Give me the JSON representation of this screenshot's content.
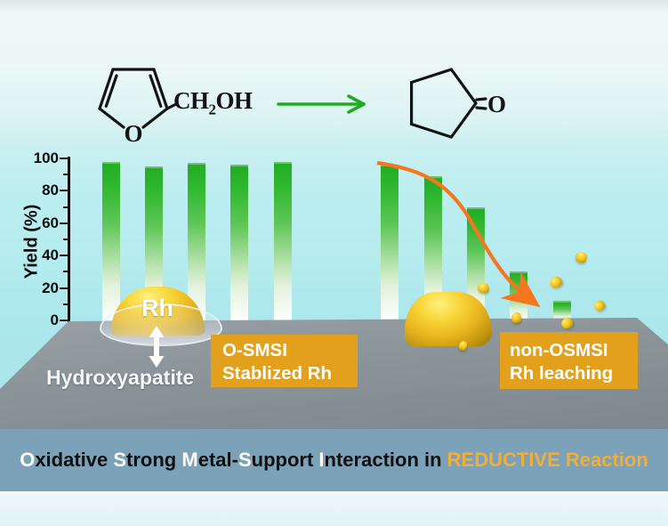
{
  "scheme": {
    "reactant_formula": {
      "pre": "CH",
      "sub": "2",
      "post": "OH"
    },
    "reactant_heteroatom": "O",
    "product_oxygen": "O"
  },
  "chart_data": {
    "type": "bar",
    "title": "",
    "xlabel": "",
    "ylabel": "Yield (%)",
    "ylim": [
      0,
      100
    ],
    "yticks": [
      0,
      20,
      40,
      60,
      80,
      100
    ],
    "grid": false,
    "series": [
      {
        "name": "O-SMSI stabilized Rh",
        "values": [
          98,
          95,
          97,
          96,
          98
        ]
      },
      {
        "name": "non-OSMSI Rh leaching",
        "values": [
          96,
          89,
          70,
          30,
          12
        ]
      }
    ],
    "annotation": "orange declining arrow over the non-OSMSI series"
  },
  "left_panel": {
    "particle_label": "Rh",
    "support_label": "Hydroxyapatite",
    "box": [
      "O-SMSI",
      "Stablized Rh"
    ]
  },
  "right_panel": {
    "box": [
      "non-OSMSI",
      "Rh leaching"
    ]
  },
  "banner": {
    "segments": [
      {
        "t": "O",
        "c": "white"
      },
      {
        "t": "xidative ",
        "c": "black"
      },
      {
        "t": "S",
        "c": "white"
      },
      {
        "t": "trong ",
        "c": "black"
      },
      {
        "t": "M",
        "c": "white"
      },
      {
        "t": "etal-",
        "c": "black"
      },
      {
        "t": "S",
        "c": "white"
      },
      {
        "t": "upport ",
        "c": "black"
      },
      {
        "t": "I",
        "c": "white"
      },
      {
        "t": "nteraction in ",
        "c": "black"
      },
      {
        "t": "REDUCTIVE Reaction",
        "c": "orange"
      }
    ]
  },
  "colors": {
    "bar_green": "#2eb42e",
    "curve_orange": "#f4761f",
    "box_orange": "#e3a01c",
    "banner_bg": "#7ba2b8",
    "banner_orange": "#f2ae38",
    "gold": "#f0c322",
    "support_gray": "#8d969b",
    "arrow_green": "#21ab21",
    "background_cyan": "#bceef0"
  }
}
